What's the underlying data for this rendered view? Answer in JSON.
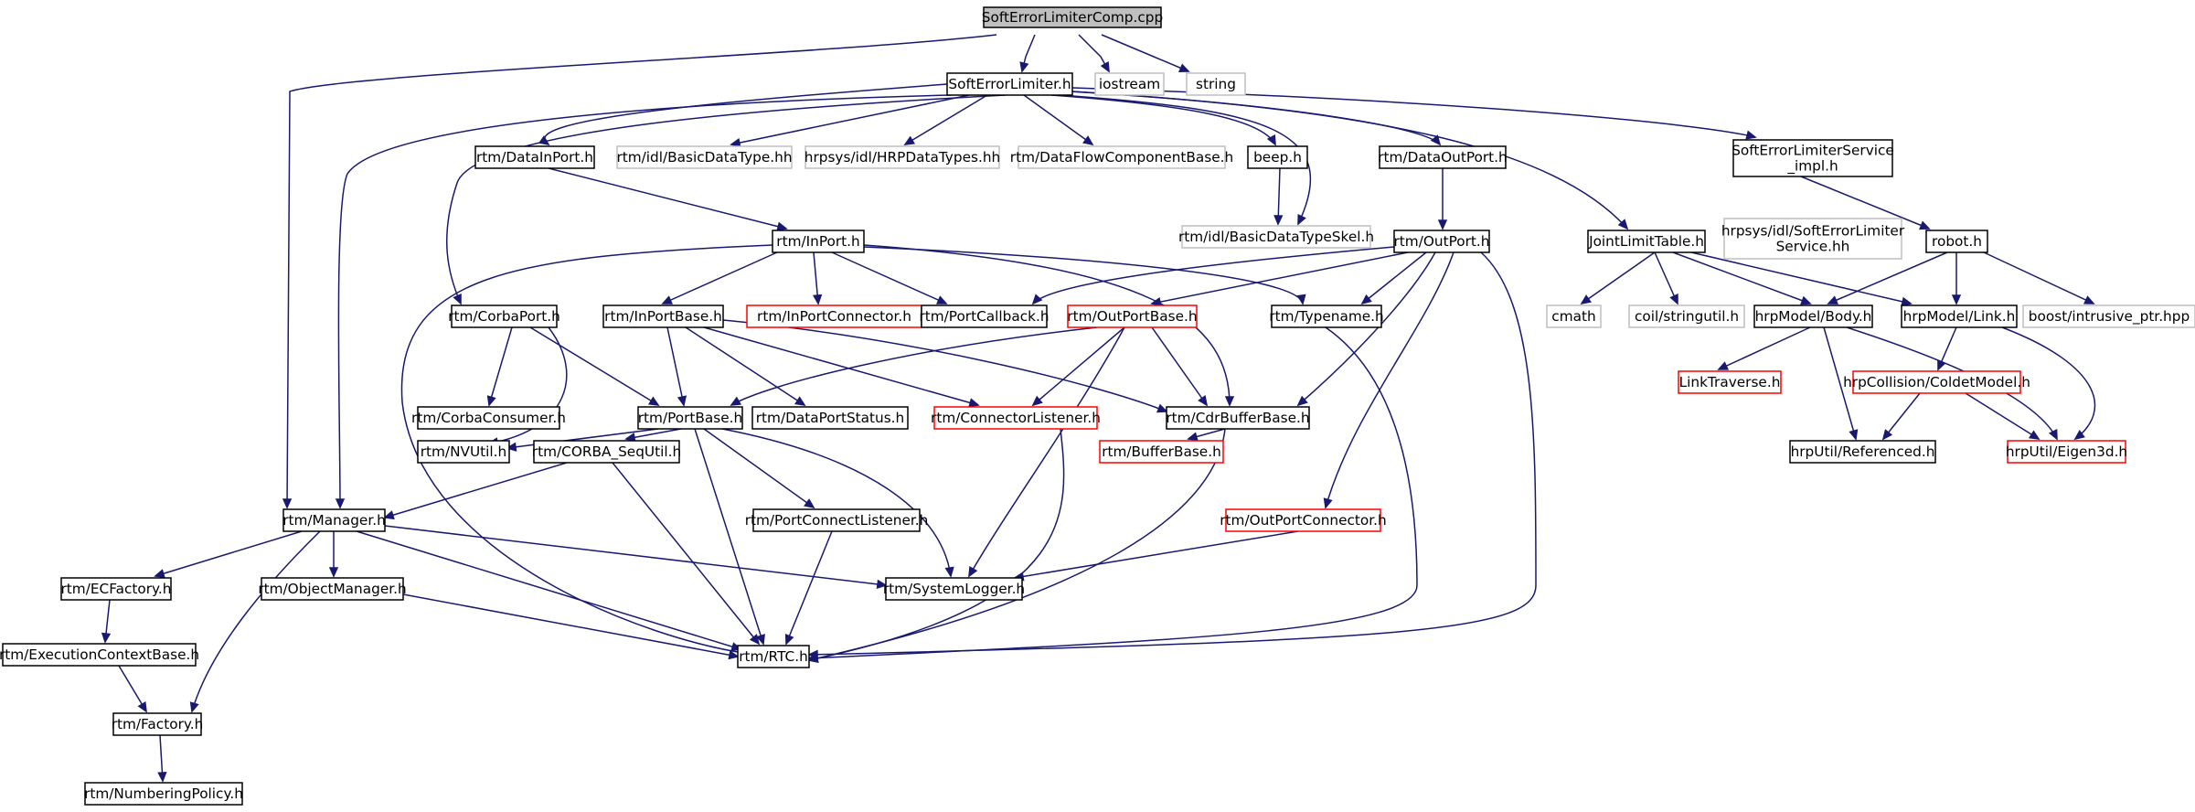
{
  "colors": {
    "edge": "#191970",
    "normal": "#000000",
    "external": "#bfbfbf",
    "truncated": "#ff0000",
    "root_fill": "#bfbfbf"
  },
  "nodes": [
    {
      "id": "root",
      "label": "SoftErrorLimiterComp.cpp",
      "kind": "root"
    },
    {
      "id": "sel",
      "label": "SoftErrorLimiter.h",
      "kind": "normal"
    },
    {
      "id": "iostream",
      "label": "iostream",
      "kind": "external"
    },
    {
      "id": "string",
      "label": "string",
      "kind": "external"
    },
    {
      "id": "datainport",
      "label": "rtm/DataInPort.h",
      "kind": "normal"
    },
    {
      "id": "idlbasic",
      "label": "rtm/idl/BasicDataType.hh",
      "kind": "external"
    },
    {
      "id": "hrpdatatypes",
      "label": "hrpsys/idl/HRPDataTypes.hh",
      "kind": "external"
    },
    {
      "id": "dataflow",
      "label": "rtm/DataFlowComponentBase.h",
      "kind": "external"
    },
    {
      "id": "beep",
      "label": "beep.h",
      "kind": "normal"
    },
    {
      "id": "dataoutport",
      "label": "rtm/DataOutPort.h",
      "kind": "normal"
    },
    {
      "id": "seservice",
      "label": [
        "SoftErrorLimiterService",
        "_impl.h"
      ],
      "kind": "normal"
    },
    {
      "id": "inport",
      "label": "rtm/InPort.h",
      "kind": "normal"
    },
    {
      "id": "basicskel",
      "label": "rtm/idl/BasicDataTypeSkel.h",
      "kind": "external"
    },
    {
      "id": "outport",
      "label": "rtm/OutPort.h",
      "kind": "normal"
    },
    {
      "id": "jointlimit",
      "label": "JointLimitTable.h",
      "kind": "normal"
    },
    {
      "id": "sehh",
      "label": [
        "hrpsys/idl/SoftErrorLimiter",
        "Service.hh"
      ],
      "kind": "external"
    },
    {
      "id": "robot",
      "label": "robot.h",
      "kind": "normal"
    },
    {
      "id": "corbaport",
      "label": "rtm/CorbaPort.h",
      "kind": "normal"
    },
    {
      "id": "inportbase",
      "label": "rtm/InPortBase.h",
      "kind": "normal"
    },
    {
      "id": "inportconn",
      "label": "rtm/InPortConnector.h",
      "kind": "truncated"
    },
    {
      "id": "portcallback",
      "label": "rtm/PortCallback.h",
      "kind": "normal"
    },
    {
      "id": "outportbase",
      "label": "rtm/OutPortBase.h",
      "kind": "truncated"
    },
    {
      "id": "typename",
      "label": "rtm/Typename.h",
      "kind": "normal"
    },
    {
      "id": "cmath",
      "label": "cmath",
      "kind": "external"
    },
    {
      "id": "stringutil",
      "label": "coil/stringutil.h",
      "kind": "external"
    },
    {
      "id": "body",
      "label": "hrpModel/Body.h",
      "kind": "normal"
    },
    {
      "id": "link",
      "label": "hrpModel/Link.h",
      "kind": "normal"
    },
    {
      "id": "intrusive",
      "label": "boost/intrusive_ptr.hpp",
      "kind": "external"
    },
    {
      "id": "corbaconsumer",
      "label": "rtm/CorbaConsumer.h",
      "kind": "normal"
    },
    {
      "id": "portbase",
      "label": "rtm/PortBase.h",
      "kind": "normal"
    },
    {
      "id": "dataportstatus",
      "label": "rtm/DataPortStatus.h",
      "kind": "normal"
    },
    {
      "id": "connlistener",
      "label": "rtm/ConnectorListener.h",
      "kind": "truncated"
    },
    {
      "id": "cdrbuffer",
      "label": "rtm/CdrBufferBase.h",
      "kind": "normal"
    },
    {
      "id": "linktraverse",
      "label": "LinkTraverse.h",
      "kind": "truncated"
    },
    {
      "id": "coldet",
      "label": "hrpCollision/ColdetModel.h",
      "kind": "truncated"
    },
    {
      "id": "nvutil",
      "label": "rtm/NVUtil.h",
      "kind": "normal"
    },
    {
      "id": "sequtil",
      "label": "rtm/CORBA_SeqUtil.h",
      "kind": "normal"
    },
    {
      "id": "bufferbase",
      "label": "rtm/BufferBase.h",
      "kind": "truncated"
    },
    {
      "id": "referenced",
      "label": "hrpUtil/Referenced.h",
      "kind": "normal"
    },
    {
      "id": "eigen3d",
      "label": "hrpUtil/Eigen3d.h",
      "kind": "truncated"
    },
    {
      "id": "manager",
      "label": "rtm/Manager.h",
      "kind": "normal"
    },
    {
      "id": "portconnlistener",
      "label": "rtm/PortConnectListener.h",
      "kind": "normal"
    },
    {
      "id": "outportconn",
      "label": "rtm/OutPortConnector.h",
      "kind": "truncated"
    },
    {
      "id": "ecfactory",
      "label": "rtm/ECFactory.h",
      "kind": "normal"
    },
    {
      "id": "objmanager",
      "label": "rtm/ObjectManager.h",
      "kind": "normal"
    },
    {
      "id": "syslogger",
      "label": "rtm/SystemLogger.h",
      "kind": "normal"
    },
    {
      "id": "ecbase",
      "label": "rtm/ExecutionContextBase.h",
      "kind": "normal"
    },
    {
      "id": "rtc",
      "label": "rtm/RTC.h",
      "kind": "normal"
    },
    {
      "id": "factory",
      "label": "rtm/Factory.h",
      "kind": "normal"
    },
    {
      "id": "numbering",
      "label": "rtm/NumberingPolicy.h",
      "kind": "normal"
    }
  ]
}
